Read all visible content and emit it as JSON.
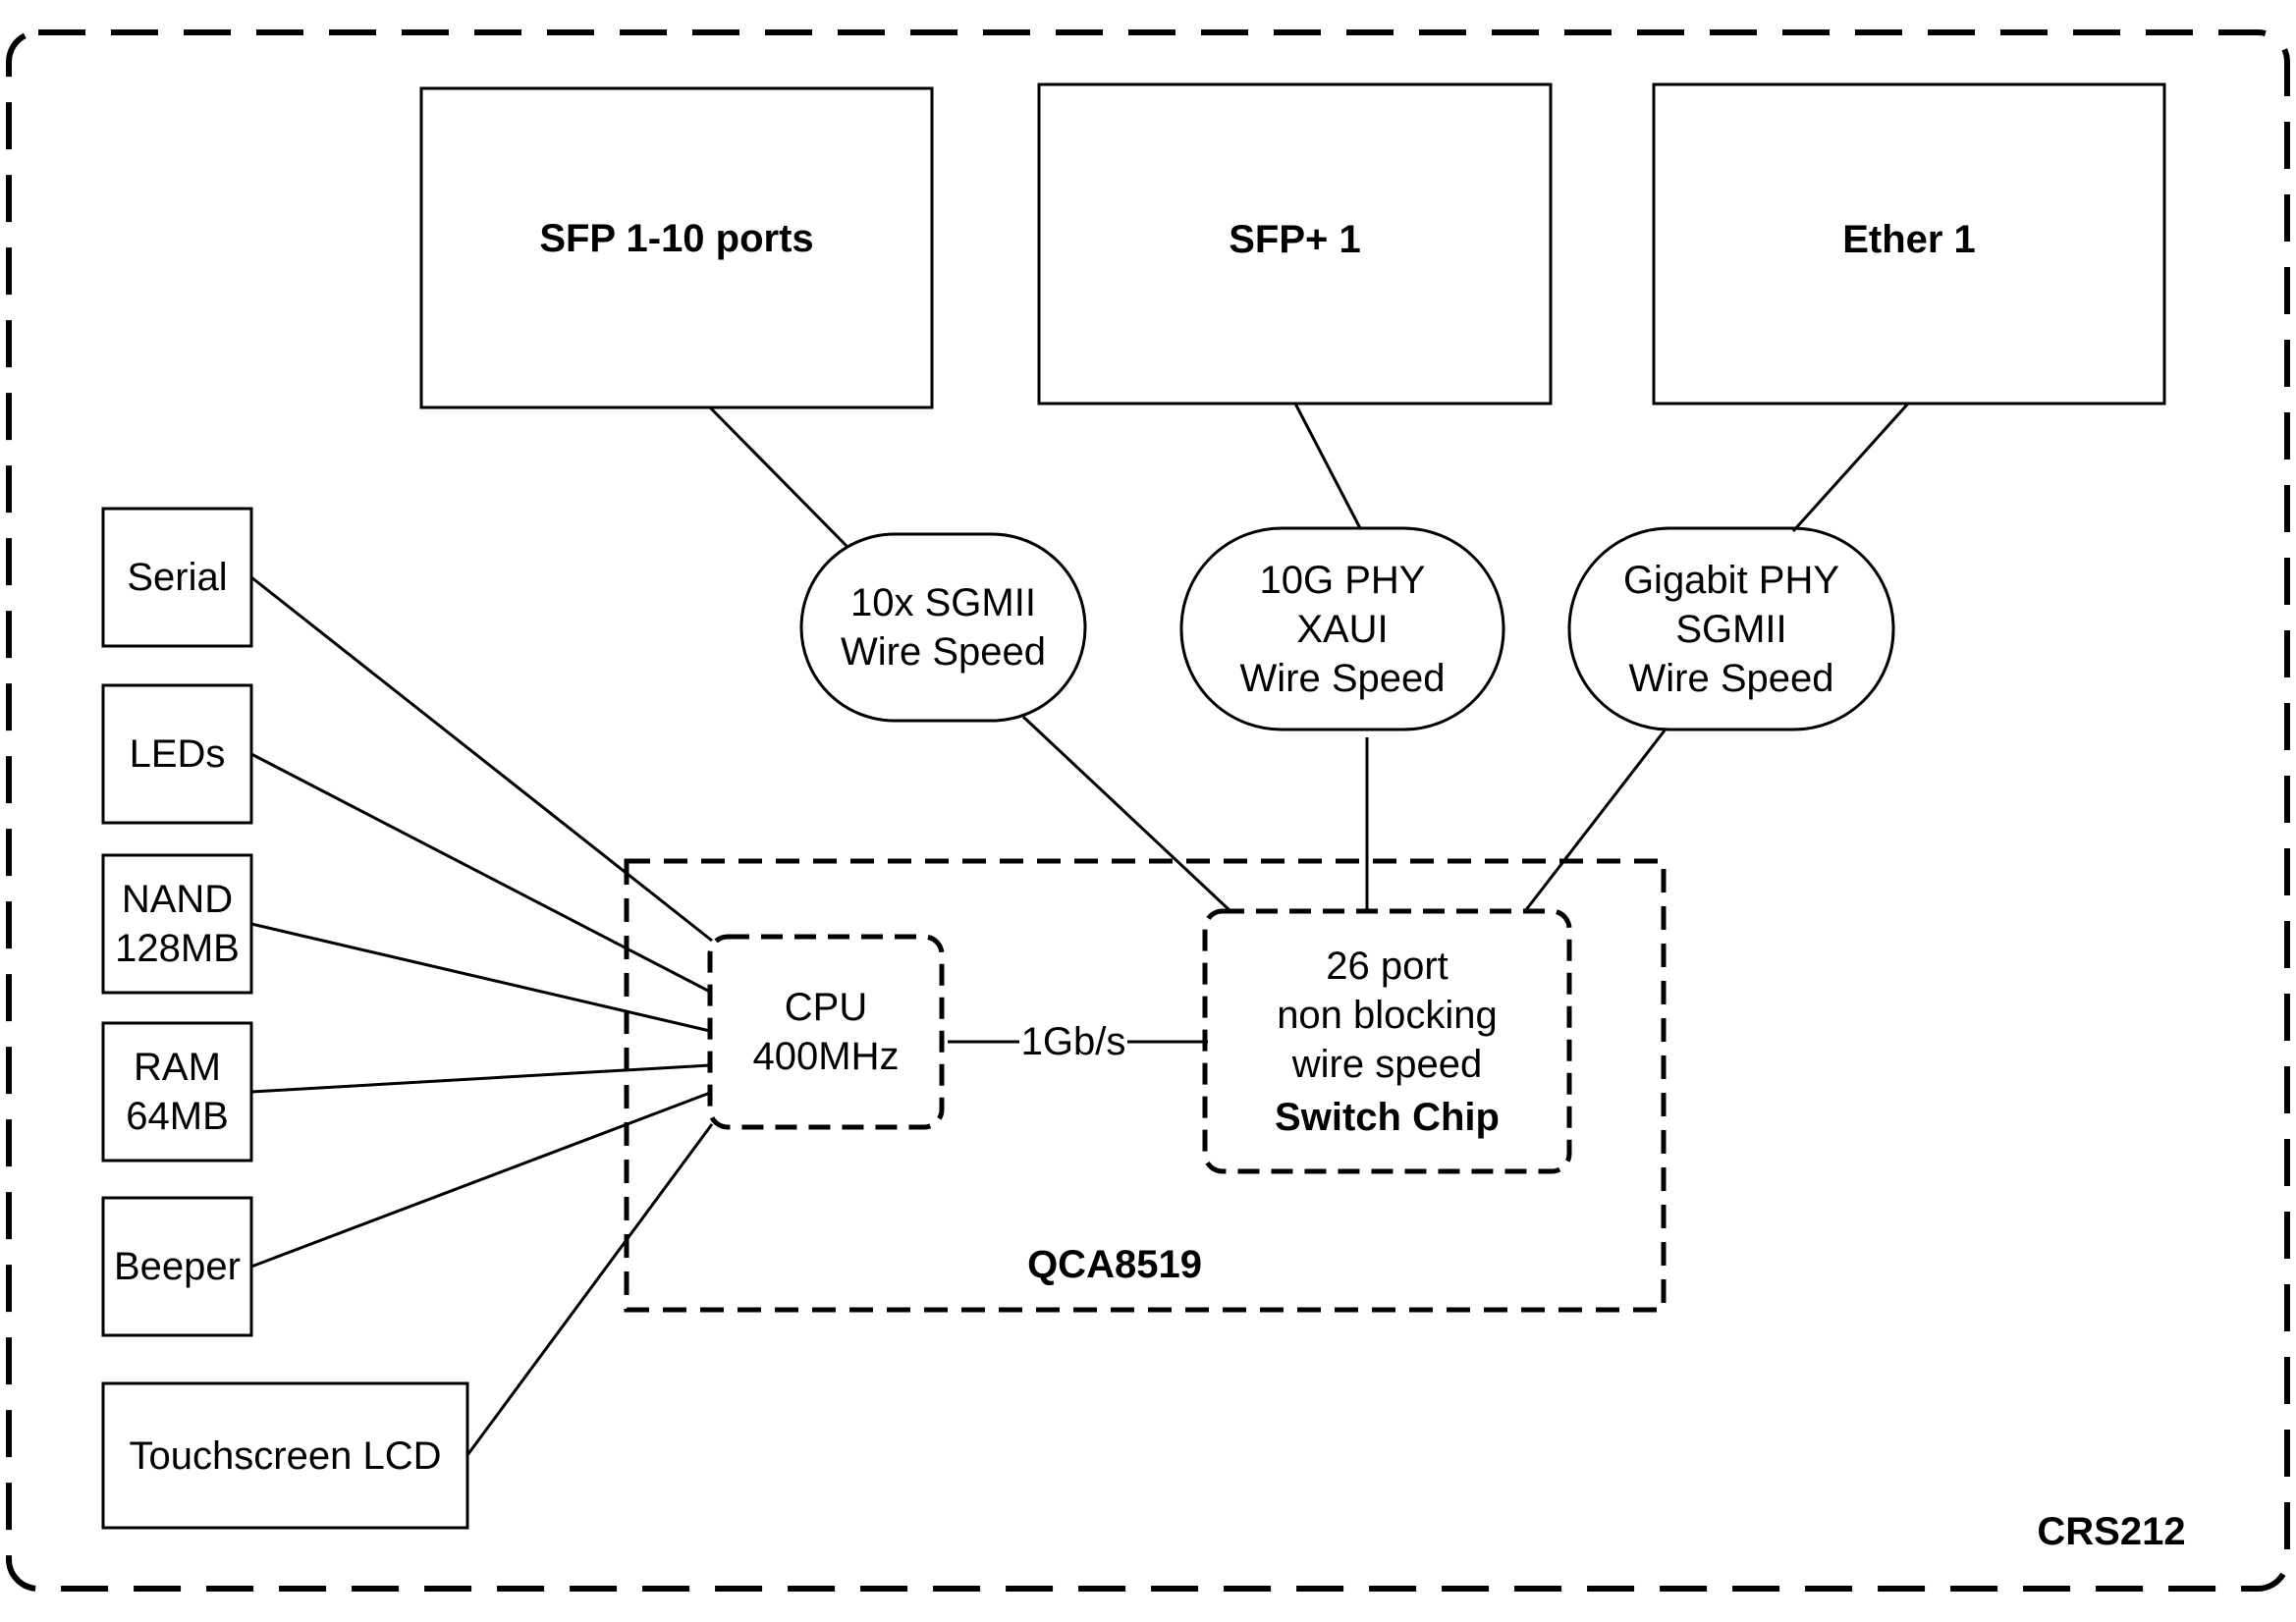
{
  "ports": {
    "sfp": "SFP 1-10 ports",
    "sfp_plus": "SFP+ 1",
    "ether": "Ether 1"
  },
  "interfaces": {
    "sgmii": {
      "line1": "10x SGMII",
      "line2": "Wire Speed"
    },
    "xaui": {
      "line1": "10G PHY",
      "line2": "XAUI",
      "line3": "Wire Speed"
    },
    "gigabit": {
      "line1": "Gigabit PHY",
      "line2": "SGMII",
      "line3": "Wire Speed"
    }
  },
  "peripherals": {
    "serial": "Serial",
    "leds": "LEDs",
    "nand": {
      "line1": "NAND",
      "line2": "128MB"
    },
    "ram": {
      "line1": "RAM",
      "line2": "64MB"
    },
    "beeper": "Beeper",
    "lcd": "Touchscreen LCD"
  },
  "cpu": {
    "line1": "CPU",
    "line2": "400MHz"
  },
  "link": "1Gb/s",
  "switch_chip": {
    "line1": "26 port",
    "line2": "non blocking",
    "line3": "wire speed",
    "line4": "Switch Chip"
  },
  "soc_name": "QCA8519",
  "device_name": "CRS212"
}
